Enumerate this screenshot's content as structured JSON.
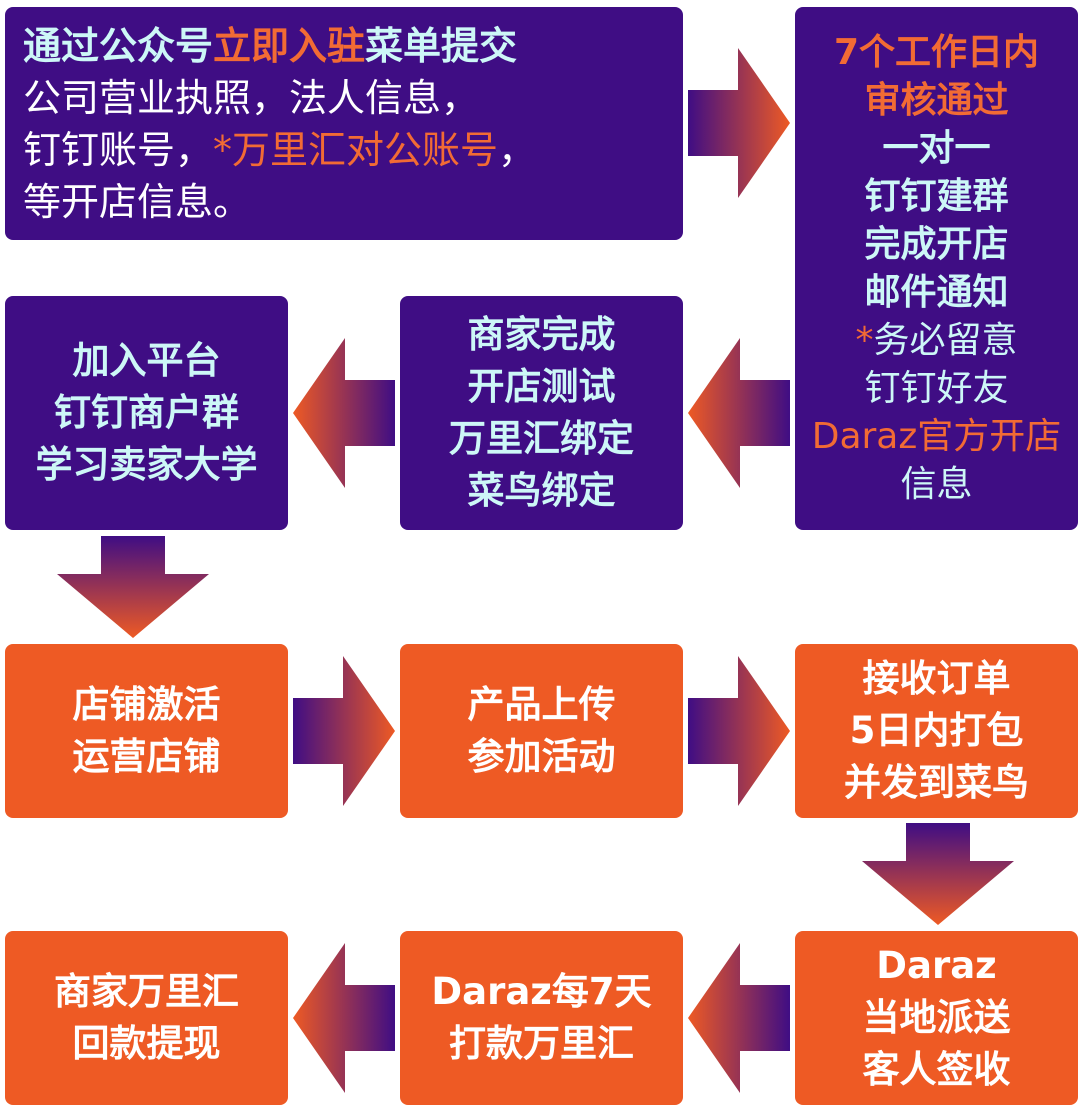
{
  "box1": {
    "l1a": "通过公众号",
    "l1b": "立即入驻",
    "l1c": "菜单提交",
    "l2": "公司营业执照，法人信息，",
    "l3a": "钉钉账号，",
    "l3b": "*万里汇对公账号",
    "l3c": "，",
    "l4": "等开店信息。"
  },
  "box2": {
    "l1": "7个工作日内",
    "l2": "审核通过",
    "l3": "一对一",
    "l4": "钉钉建群",
    "l5": "完成开店",
    "l6": "邮件通知",
    "l7a": "*",
    "l7b": "务必留意",
    "l8": "钉钉好友",
    "l9": "Daraz官方开店",
    "l10": "信息"
  },
  "box3": {
    "l1": "商家完成",
    "l2": "开店测试",
    "l3": "万里汇绑定",
    "l4": "菜鸟绑定"
  },
  "box4": {
    "l1": "加入平台",
    "l2": "钉钉商户群",
    "l3": "学习卖家大学"
  },
  "box5": {
    "l1": "店铺激活",
    "l2": "运营店铺"
  },
  "box6": {
    "l1": "产品上传",
    "l2": "参加活动"
  },
  "box7": {
    "l1": "接收订单",
    "l2": "5日内打包",
    "l3": "并发到菜鸟"
  },
  "box8": {
    "l1": "Daraz",
    "l2": "当地派送",
    "l3": "客人签收"
  },
  "box9": {
    "l1": "Daraz每7天",
    "l2": "打款万里汇"
  },
  "box10": {
    "l1": "商家万里汇",
    "l2": "回款提现"
  },
  "colors": {
    "purple": "#3f0d84",
    "orange": "#ee5a24",
    "cyan_text": "#cdf7f7",
    "red_text": "#f26b34"
  }
}
